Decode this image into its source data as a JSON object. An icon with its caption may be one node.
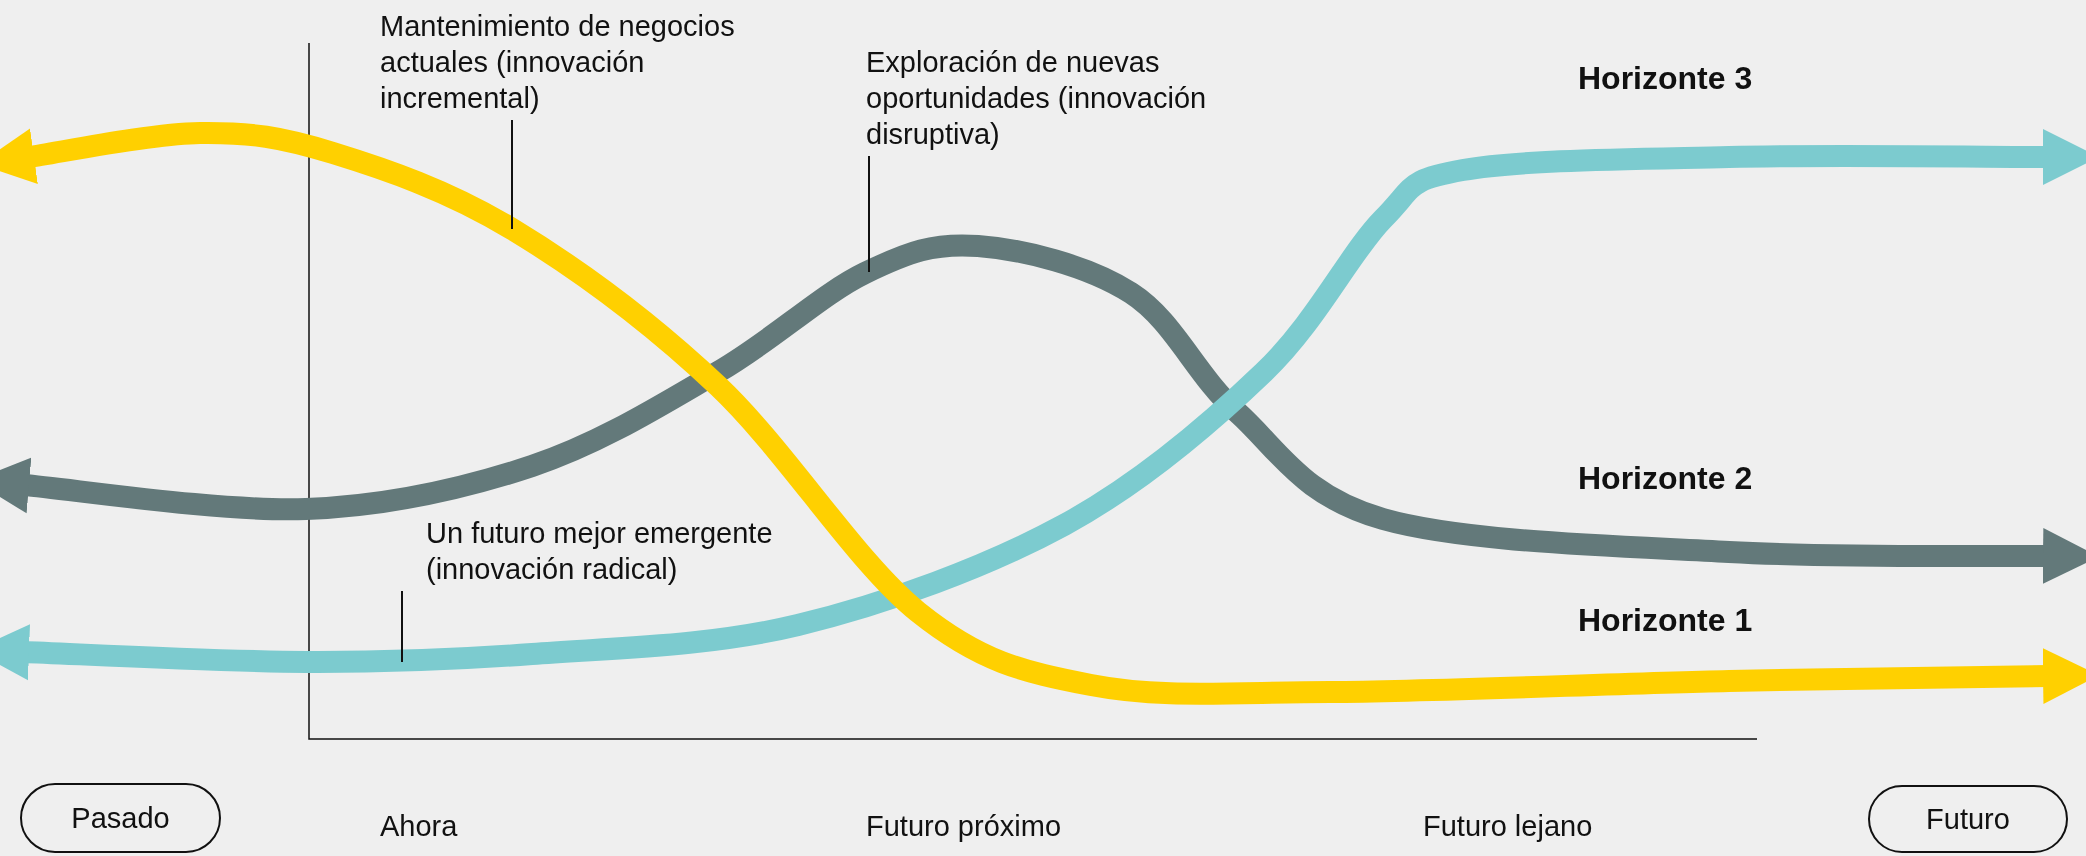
{
  "diagram": {
    "nodes": [
      {
        "text": [
          "Mantenimiento de negocios actuales (innovación incremental)"
        ]
      },
      {
        "text": [
          "Exploración de nuevas oportunidades (innovación disruptiva)"
        ]
      },
      {
        "text": [
          "Un futuro mejor emergente (innovación radical)"
        ]
      },
      {
        "text": [
          "Pasado"
        ]
      },
      {
        "text": [
          "Futuro"
        ]
      }
    ],
    "edges": [
      {
        "from": 0,
        "to": null,
        "arrow": "none"
      },
      {
        "from": 1,
        "to": null,
        "arrow": "none"
      },
      {
        "from": 2,
        "to": null,
        "arrow": "none"
      }
    ],
    "labels": [
      "Horizonte 3",
      "Horizonte 2",
      "Horizonte 1",
      "Ahora",
      "Futuro próximo",
      "Futuro lejano"
    ]
  }
}
